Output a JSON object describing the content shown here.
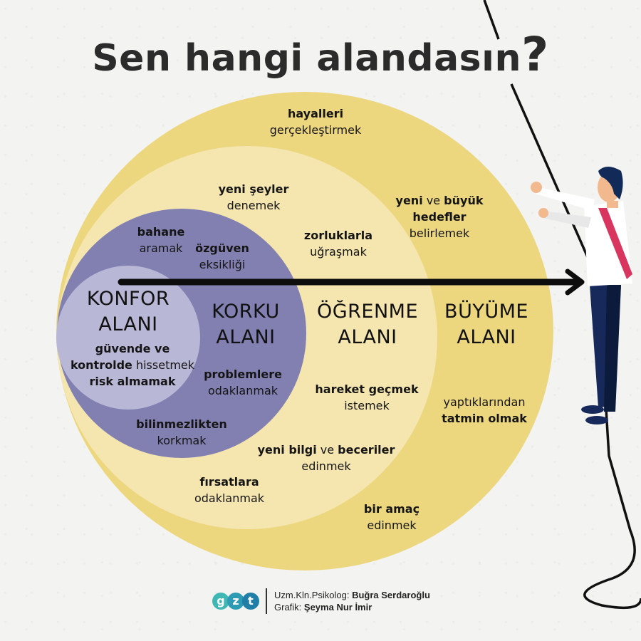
{
  "title": {
    "text": "Sen hangi alandasın",
    "punct": "?"
  },
  "colors": {
    "outer_growth": "#ecd77f",
    "learning": "#f5e6b0",
    "fear": "#8180b1",
    "comfort": "#b8b7d6",
    "arrow": "#0d0d0d",
    "rope": "#111111",
    "suit": "#16295a",
    "tie": "#d9365f",
    "shirt": "#ffffff",
    "skin": "#f2b98f",
    "hair": "#122a57"
  },
  "zones": {
    "comfort": {
      "line1": "KONFOR",
      "line2": "ALANI"
    },
    "fear": {
      "line1": "KORKU",
      "line2": "ALANI"
    },
    "learning": {
      "line1": "ÖĞRENME",
      "line2": "ALANI"
    },
    "growth": {
      "line1": "BÜYÜME",
      "line2": "ALANI"
    }
  },
  "comfort_items": {
    "a_bold": "güvende ve",
    "b_bold": "kontrolde",
    "b_reg": " hissetmek",
    "c_bold": "risk almamak"
  },
  "fear_items": [
    {
      "bold": "bahane",
      "reg": "aramak"
    },
    {
      "bold": "özgüven",
      "reg": "eksikliği"
    },
    {
      "bold": "problemlere",
      "reg": "odaklanmak"
    },
    {
      "bold": "bilinmezlikten",
      "reg": "korkmak"
    }
  ],
  "learning_items": [
    {
      "bold": "yeni şeyler",
      "reg": "denemek"
    },
    {
      "bold": "zorluklarla",
      "reg": "uğraşmak"
    },
    {
      "bold": "hareket geçmek",
      "reg": "istemek"
    },
    {
      "bold1": "yeni bilgi",
      "mid": " ve ",
      "bold2": "beceriler",
      "reg": "edinmek"
    },
    {
      "bold": "fırsatlara",
      "reg": "odaklanmak"
    }
  ],
  "growth_items": [
    {
      "bold": "hayalleri",
      "reg": "gerçekleştirmek"
    },
    {
      "bold1": "yeni",
      "mid": " ve ",
      "bold2": "büyük",
      "line2": "hedefler",
      "reg": "belirlemek"
    },
    {
      "reg": "yaptıklarından",
      "bold": "tatmin olmak"
    },
    {
      "bold": "bir amaç",
      "reg": "edinmek"
    }
  ],
  "credits": {
    "logo": [
      "g",
      "z",
      "t"
    ],
    "logo_colors": [
      "#3fb8b4",
      "#2e9bb5",
      "#1f7fa6"
    ],
    "role1": "Uzm.Kln.Psikolog: ",
    "name1": "Buğra Serdaroğlu",
    "role2": "Grafik: ",
    "name2": "Şeyma Nur İmir"
  }
}
